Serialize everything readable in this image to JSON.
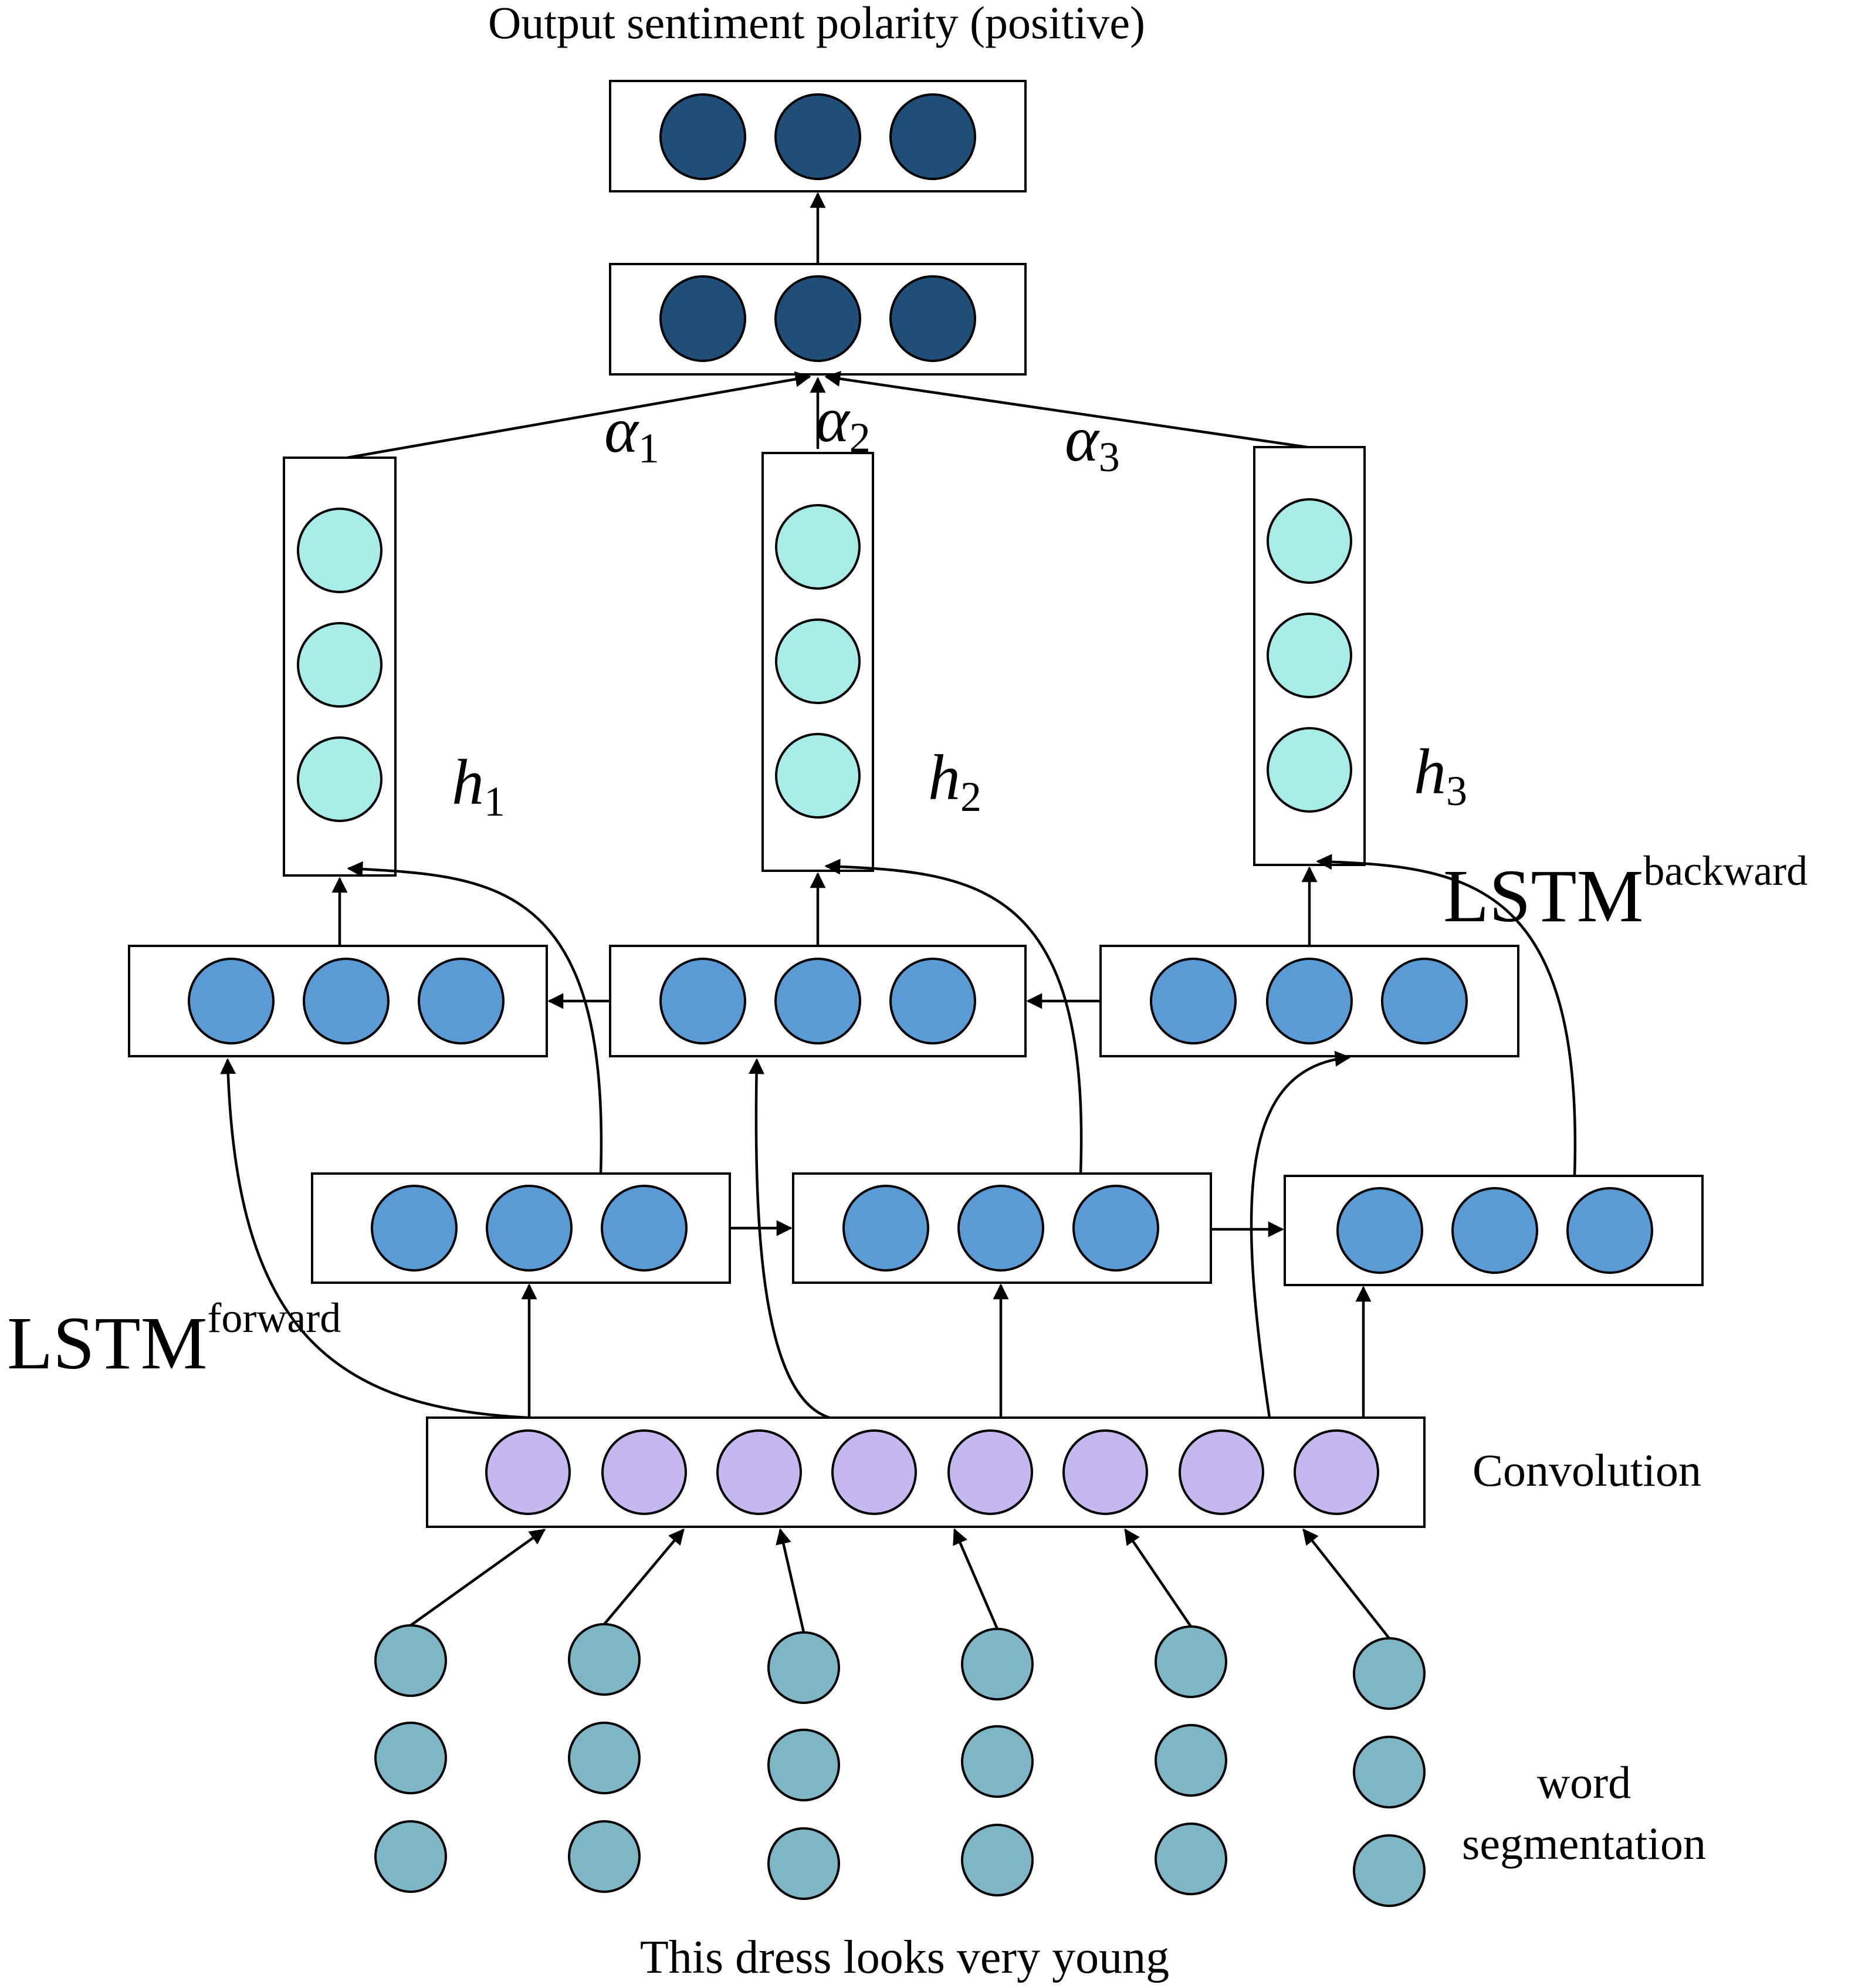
{
  "title": "Output sentiment polarity (positive)",
  "sentence": "This dress looks very young",
  "labels": {
    "convolution": "Convolution",
    "word_segmentation_line1": "word",
    "word_segmentation_line2": "segmentation",
    "lstm_forward_base": "LSTM",
    "lstm_forward_sup": "forward",
    "lstm_backward_base": "LSTM",
    "lstm_backward_sup": "backward"
  },
  "hidden_labels": [
    {
      "base": "h",
      "sub": "1"
    },
    {
      "base": "h",
      "sub": "2"
    },
    {
      "base": "h",
      "sub": "3"
    }
  ],
  "attention_labels": [
    {
      "base": "α",
      "sub": "1"
    },
    {
      "base": "α",
      "sub": "2"
    },
    {
      "base": "α",
      "sub": "3"
    }
  ],
  "colors": {
    "output_node": "#1f4e79",
    "hidden_node": "#a8ece8",
    "lstm_node": "#5b9bd5",
    "conv_node": "#c5b8f0",
    "word_node": "#7fb6c6"
  },
  "layers": {
    "output_nodes": 3,
    "attention_nodes": 3,
    "hidden_vectors": 3,
    "hidden_nodes_each": 3,
    "backward_lstm_cells": 3,
    "forward_lstm_cells": 3,
    "lstm_nodes_each": 3,
    "convolution_nodes": 8,
    "word_vectors": 6,
    "word_vector_dims": 3
  }
}
